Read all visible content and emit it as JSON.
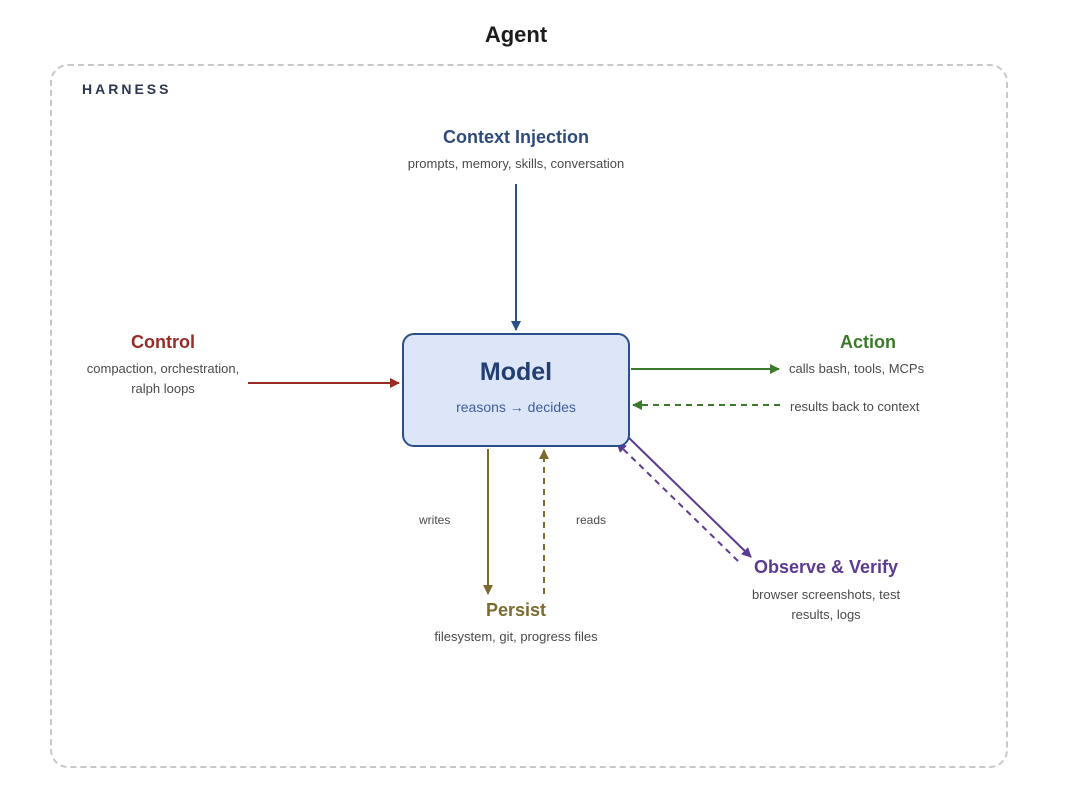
{
  "title": "Agent",
  "harness_label": "HARNESS",
  "model": {
    "title": "Model",
    "subtitle": "reasons → decides"
  },
  "nodes": {
    "context_injection": {
      "title": "Context Injection",
      "subtitle": "prompts, memory, skills, conversation",
      "color": "#2f4a7c"
    },
    "control": {
      "title": "Control",
      "subtitle_line1": "compaction, orchestration,",
      "subtitle_line2": "ralph loops",
      "color": "#9a2b24"
    },
    "action": {
      "title": "Action",
      "color": "#3b7a2a"
    },
    "persist": {
      "title": "Persist",
      "subtitle": "filesystem, git, progress files",
      "color": "#7d6a2e"
    },
    "observe_verify": {
      "title": "Observe & Verify",
      "subtitle_line1": "browser screenshots, test",
      "subtitle_line2": "results, logs",
      "color": "#5b3a8f"
    }
  },
  "edges": {
    "action_out": "calls bash, tools, MCPs",
    "action_back": "results back to context",
    "writes": "writes",
    "reads": "reads"
  },
  "colors": {
    "model_fill": "#dce6f8",
    "model_border": "#2a4f8a",
    "frame_border": "#c7c7c7"
  }
}
